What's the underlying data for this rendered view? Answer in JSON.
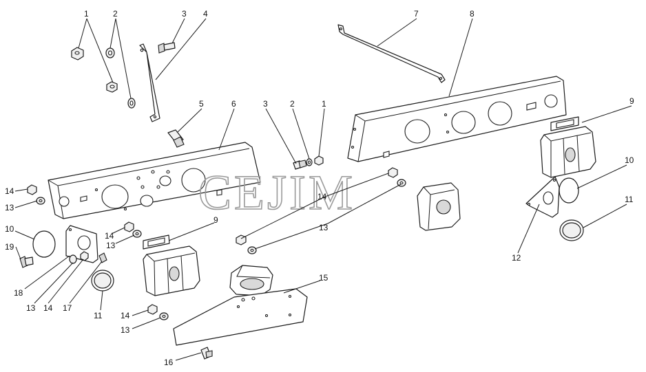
{
  "watermark": "CEJIM",
  "callouts": [
    "1",
    "2",
    "3",
    "4",
    "5",
    "6",
    "7",
    "8",
    "9",
    "10",
    "11",
    "12",
    "13",
    "14",
    "15",
    "16",
    "17",
    "18",
    "19"
  ],
  "colors": {
    "line": "#1a1a1a",
    "watermark": "#9a9a9a",
    "background": "#ffffff"
  }
}
